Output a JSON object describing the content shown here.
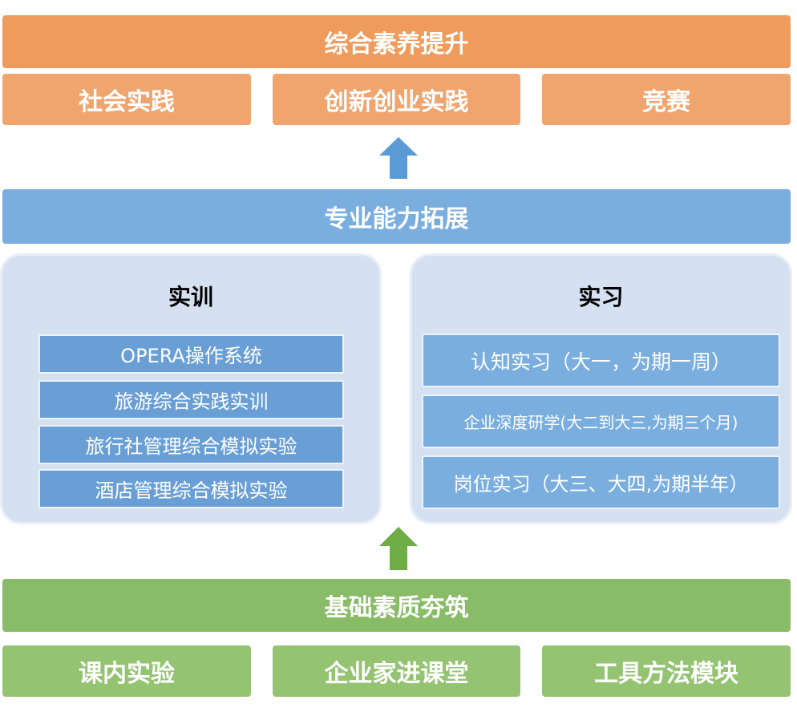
{
  "top": {
    "title": "综合素养提升",
    "items": [
      "社会实践",
      "创新创业实践",
      "竞赛"
    ],
    "color": "#ef9b5c"
  },
  "middle": {
    "title": "专业能力拓展",
    "training": {
      "title": "实训",
      "items": [
        "OPERA操作系统",
        "旅游综合实践实训",
        "旅行社管理综合模拟实验",
        "酒店管理综合模拟实验"
      ]
    },
    "internship": {
      "title": "实习",
      "items": [
        "认知实习（大一，为期一周）",
        "企业深度研学(大二到大三,为期三个月)",
        "岗位实习（大三、大四,为期半年）"
      ]
    },
    "color": "#7aaedf"
  },
  "bottom": {
    "title": "基础素质夯筑",
    "items": [
      "课内实验",
      "企业家进课堂",
      "工具方法模块"
    ],
    "color": "#88bc67"
  },
  "arrows": [
    {
      "name": "up-arrow-blue",
      "color": "#5b9bd5"
    },
    {
      "name": "up-arrow-green",
      "color": "#70ad47"
    }
  ]
}
